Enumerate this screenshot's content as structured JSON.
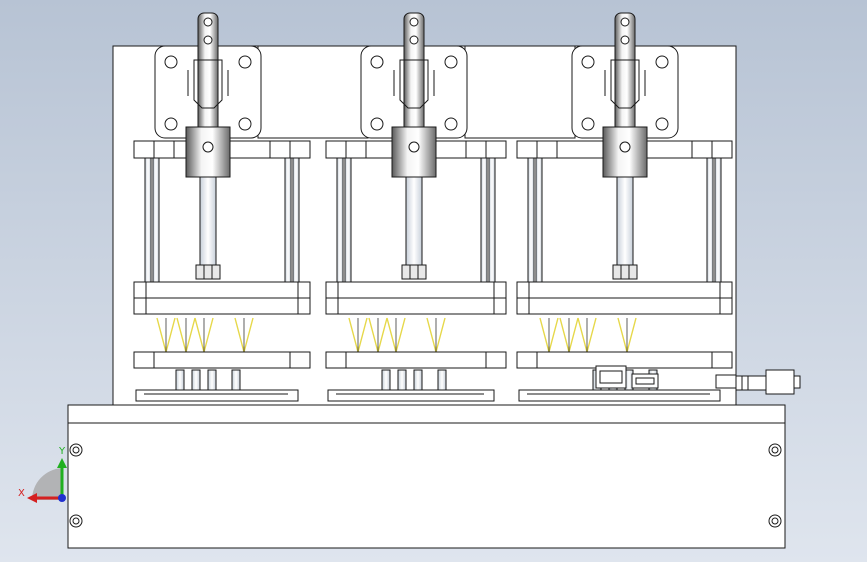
{
  "viewport": {
    "background_top": "#b7c3d4",
    "background_bottom": "#dfe5ee"
  },
  "drawing": {
    "line_color": "#1a1a1a",
    "fill_color": "#ffffff",
    "spring_color": "#e6d84a",
    "station_count": 3
  },
  "triad": {
    "x_label": "X",
    "y_label": "Y",
    "x_color": "#d42020",
    "y_color": "#20b020",
    "z_color": "#2030d0"
  }
}
